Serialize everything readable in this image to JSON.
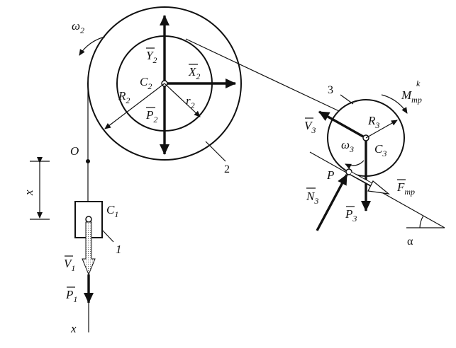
{
  "labels": {
    "omega2": "ω",
    "omega2_sub": "2",
    "Y2": "Y",
    "Y2_sub": "2",
    "X2": "X",
    "X2_sub": "2",
    "C2": "C",
    "C2_sub": "2",
    "R2": "R",
    "R2_sub": "2",
    "P2": "P",
    "P2_sub": "2",
    "r2": "r",
    "r2_sub": "2",
    "num2": "2",
    "O": "O",
    "x_left": "x",
    "C1": "C",
    "C1_sub": "1",
    "num1": "1",
    "V1": "V",
    "V1_sub": "1",
    "P1": "P",
    "P1_sub": "1",
    "x_bottom": "x",
    "num3": "3",
    "M": "M",
    "M_sub": "mp",
    "M_sup": "k",
    "V3": "V",
    "V3_sub": "3",
    "R3": "R",
    "R3_sub": "3",
    "omega3": "ω",
    "omega3_sub": "3",
    "C3": "C",
    "C3_sub": "3",
    "P": "P",
    "N3": "N",
    "N3_sub": "3",
    "F": "F",
    "F_sub": "mp",
    "P3": "P",
    "P3_sub": "3",
    "alpha": "α"
  }
}
